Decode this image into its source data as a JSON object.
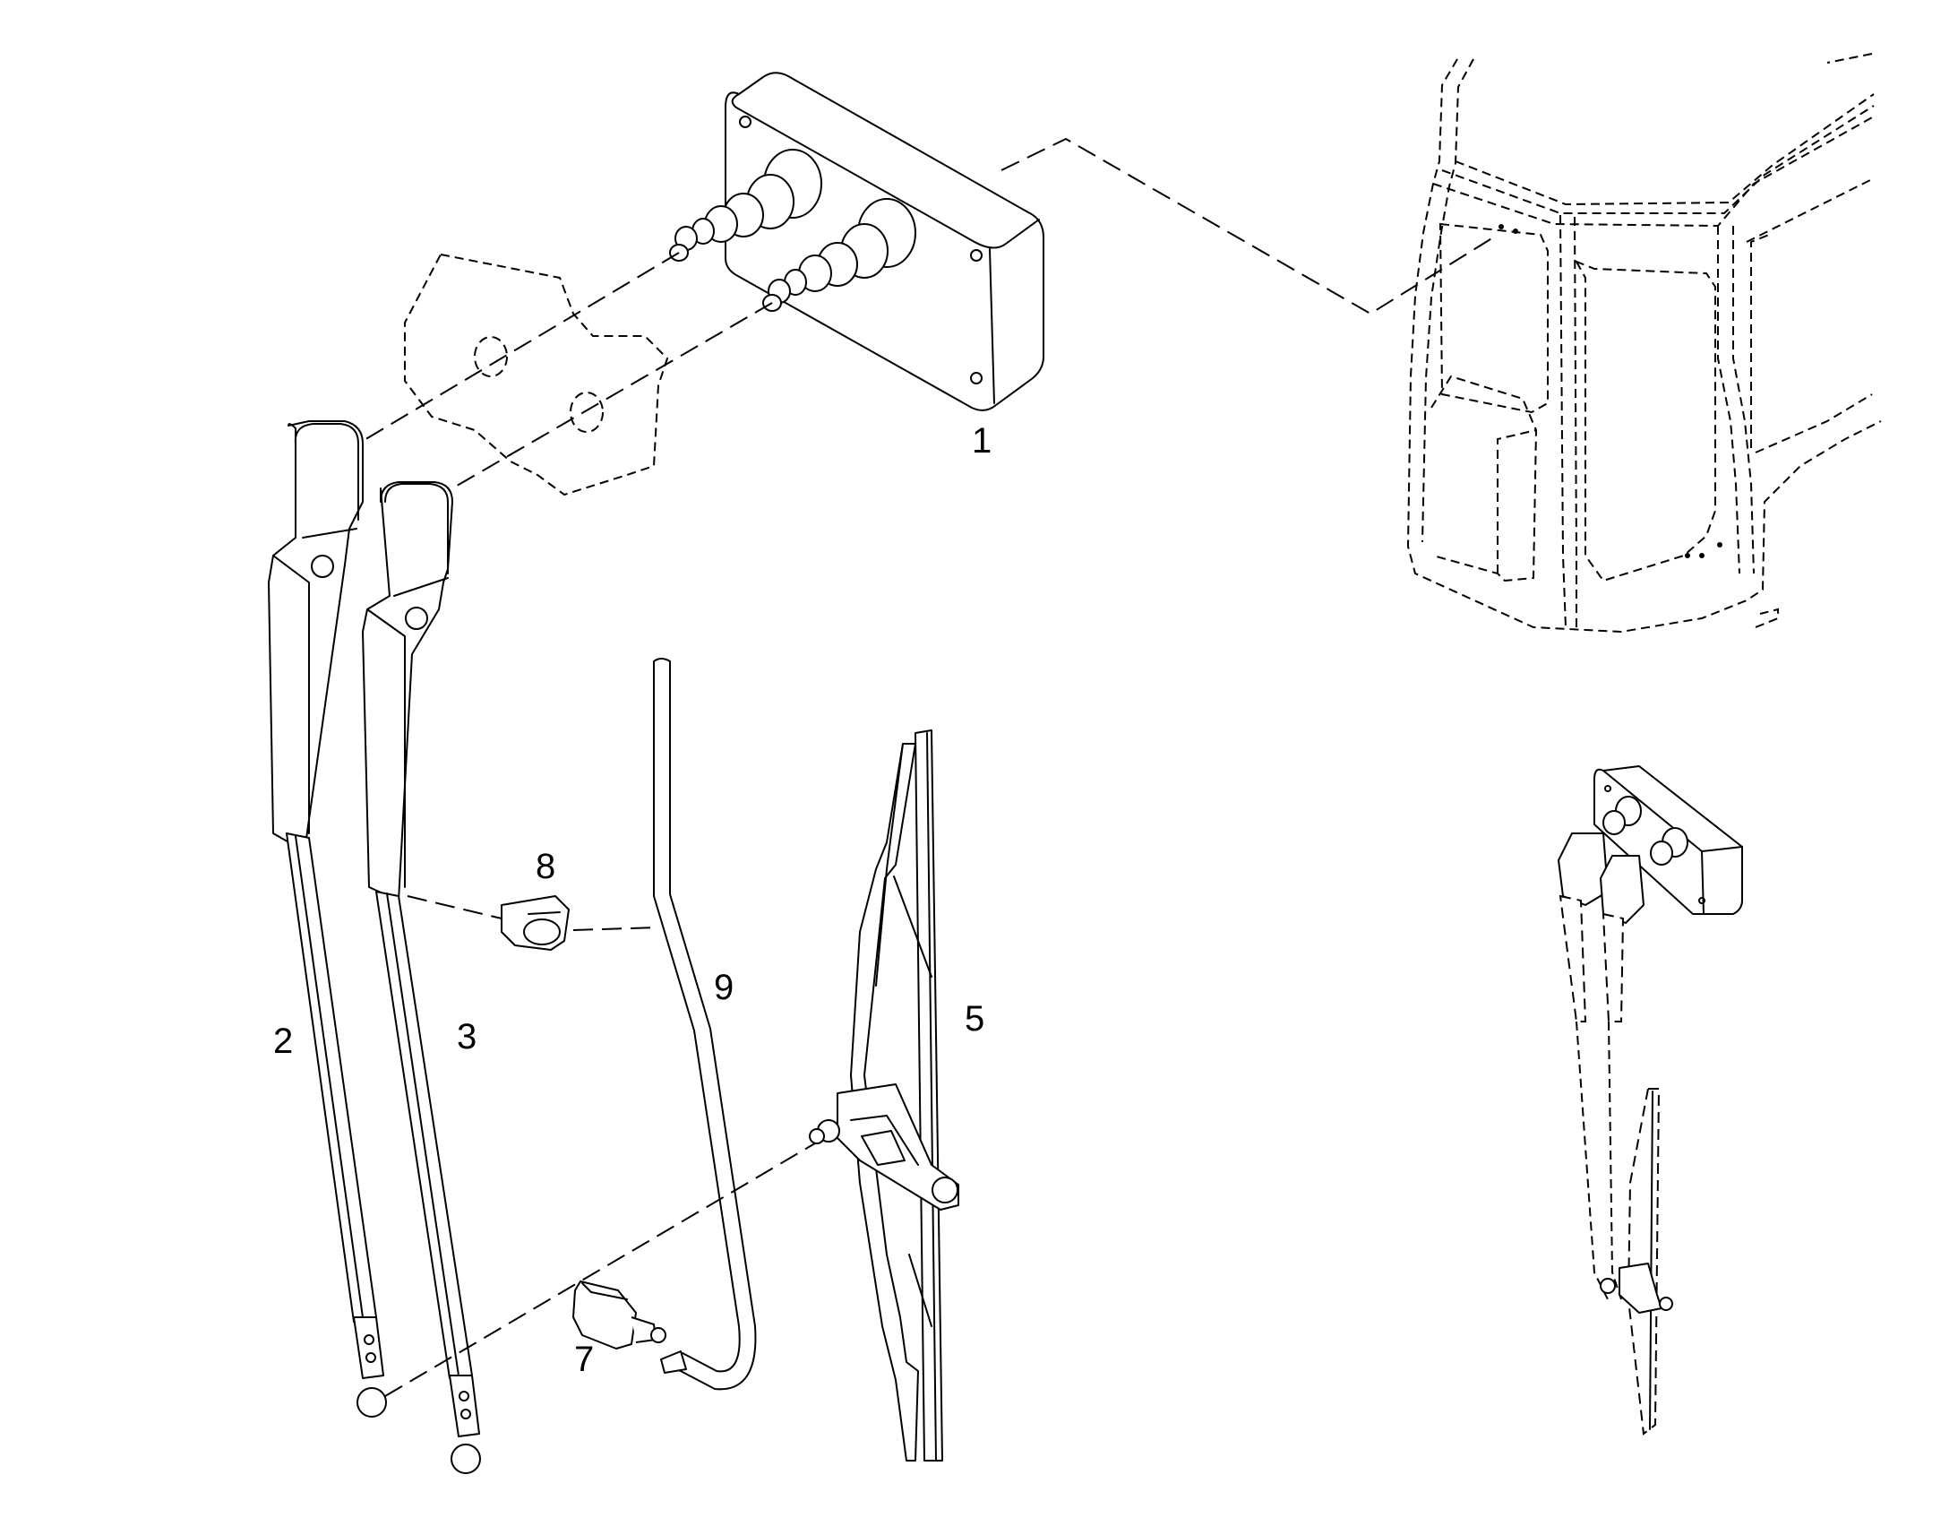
{
  "diagram": {
    "labels": [
      "1",
      "2",
      "3",
      "5",
      "7",
      "8",
      "9"
    ],
    "line_color": "#000000",
    "background": "#ffffff"
  }
}
